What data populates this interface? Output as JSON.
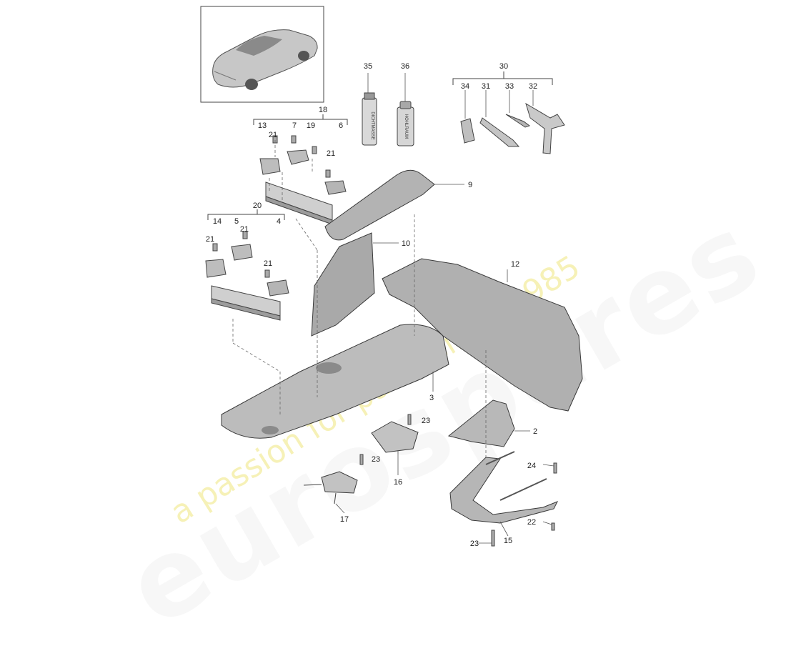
{
  "diagram": {
    "callouts": {
      "c1": "35",
      "c2": "36",
      "c3": "30",
      "c4": "34",
      "c5": "31",
      "c6": "33",
      "c7": "32",
      "c8": "18",
      "c9": "13",
      "c10": "7",
      "c11": "19",
      "c12": "6",
      "c13": "21",
      "c14": "21",
      "c15": "9",
      "c16": "20",
      "c17": "14",
      "c18": "5",
      "c19": "4",
      "c20": "21",
      "c21": "21",
      "c22": "21",
      "c23": "10",
      "c24": "12",
      "c25": "3",
      "c26": "23",
      "c27": "2",
      "c28": "23",
      "c29": "16",
      "c30": "24",
      "c31": "17",
      "c32": "22",
      "c33": "23",
      "c34": "15"
    },
    "labels": {
      "tube_35": "DICHTMASSE",
      "can_36": "HOHLRAUM"
    }
  },
  "watermark": {
    "logo": "eurospares",
    "tagline": "a passion for parts since 1985"
  },
  "colors": {
    "part_fill": "#b9b9b9",
    "part_dark": "#8f8f8f",
    "watermark_yellow": "#ece060",
    "line": "#444444"
  }
}
